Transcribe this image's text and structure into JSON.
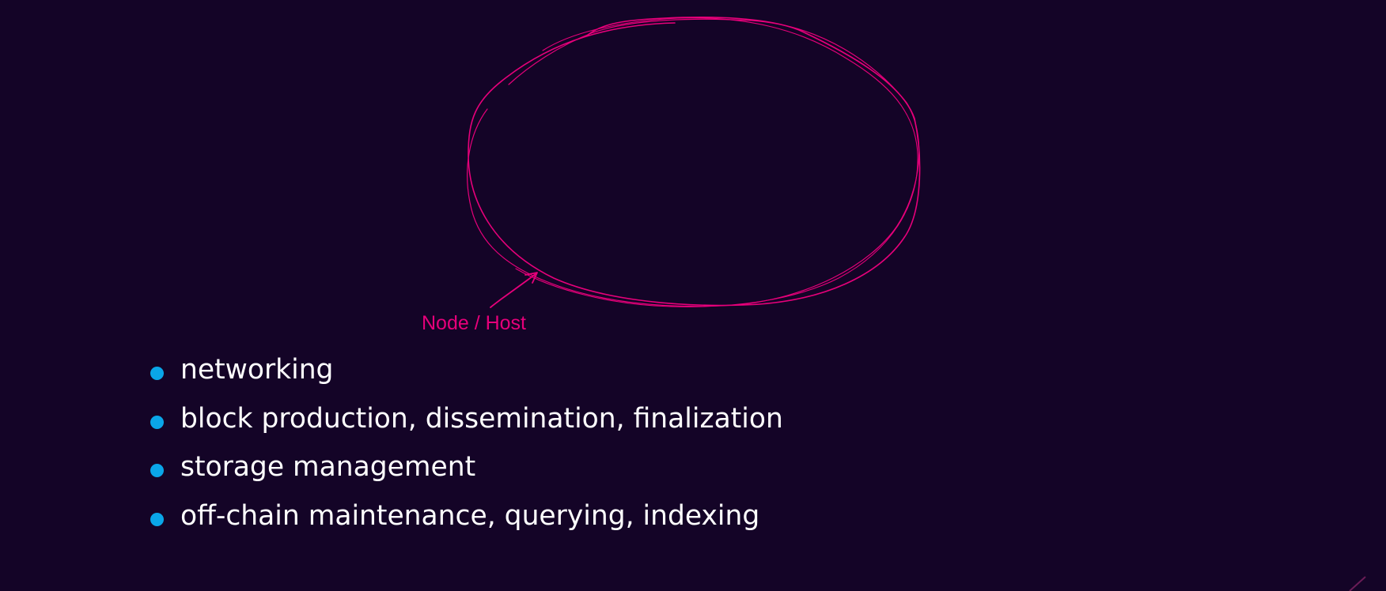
{
  "diagram": {
    "annotation_label": "Node / Host",
    "annotation_color": "#e6007a",
    "background_color": "#140427",
    "bullet_color": "#0aa6e8",
    "text_color": "#ffffff",
    "bullets": [
      {
        "text": "networking"
      },
      {
        "text": "block production, dissemination, finalization"
      },
      {
        "text": "storage management"
      },
      {
        "text": "off-chain maintenance, querying, indexing"
      }
    ]
  }
}
